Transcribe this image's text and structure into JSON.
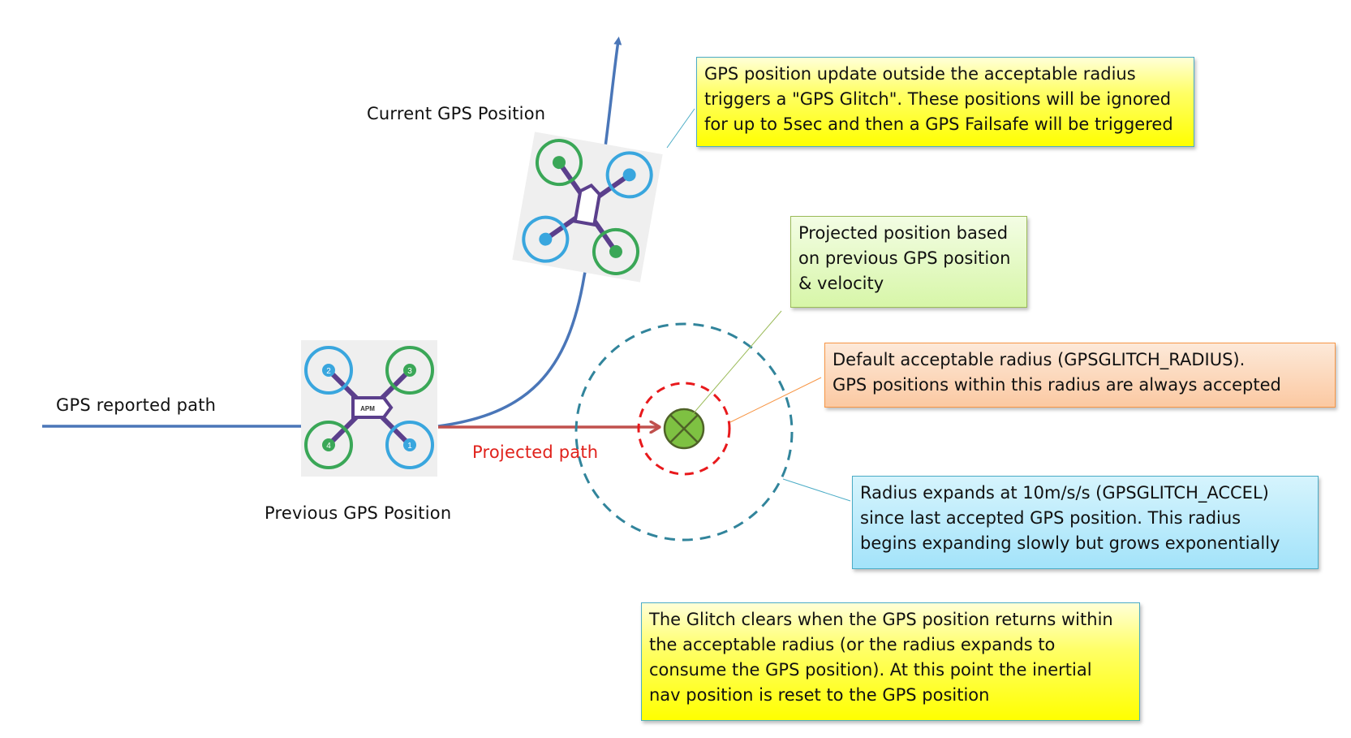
{
  "labels": {
    "current_gps_position": "Current GPS Position",
    "previous_gps_position": "Previous GPS Position",
    "gps_reported_path": "GPS reported path",
    "projected_path": "Projected path"
  },
  "callouts": {
    "glitch_trigger": {
      "lines": [
        "GPS position update outside the acceptable radius",
        "triggers a \"GPS Glitch\".  These positions will be ignored",
        "for up to 5sec and then a GPS Failsafe will be triggered"
      ]
    },
    "projected_position": {
      "lines": [
        "Projected position based",
        "on previous GPS position",
        "& velocity"
      ]
    },
    "default_radius": {
      "lines": [
        "Default acceptable radius (GPSGLITCH_RADIUS).",
        "GPS positions within this radius  are always  accepted"
      ]
    },
    "radius_expands": {
      "lines": [
        "Radius expands at 10m/s/s (GPSGLITCH_ACCEL)",
        "since last accepted GPS position.  This radius",
        "begins expanding slowly but grows exponentially"
      ]
    },
    "glitch_clears": {
      "lines": [
        "The Glitch clears when the GPS position returns within",
        "the acceptable radius (or the radius expands to",
        "consume the GPS position).  At this point the inertial",
        "nav position is reset to the GPS position"
      ]
    }
  },
  "drone": {
    "controller_label": "APM",
    "motors": [
      {
        "number": "1",
        "direction": "CCW"
      },
      {
        "number": "2",
        "direction": "CCW"
      },
      {
        "number": "3",
        "direction": "CW"
      },
      {
        "number": "4",
        "direction": "CW"
      }
    ]
  },
  "colors": {
    "gps_path": "#4a76b8",
    "projected_path": "#c0504d",
    "default_radius": "#e8191c",
    "expanding_radius": "#31849b",
    "projected_marker": "#7ec142",
    "callout_yellow": "#ffff00",
    "callout_green": "#d7f6a8",
    "callout_orange": "#fbc9a2",
    "callout_blue": "#a3e3fa"
  }
}
